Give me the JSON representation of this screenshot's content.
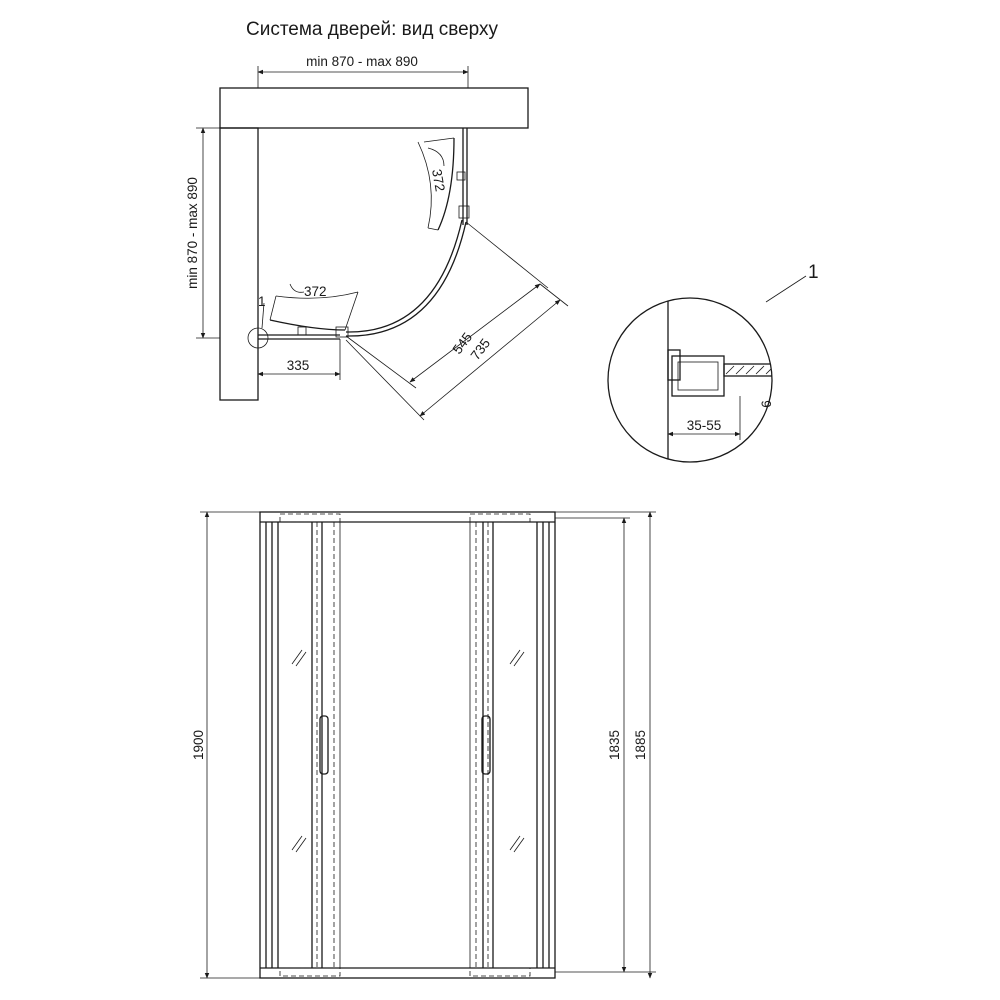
{
  "title": "Система дверей: вид сверху",
  "top_view": {
    "width_range": "min 870 - max 890",
    "depth_range": "min 870 - max 890",
    "arc_label_right": "372",
    "arc_label_bottom": "372",
    "callout_marker": "1",
    "dim_545": "545",
    "dim_735": "735",
    "dim_335": "335"
  },
  "detail": {
    "callout": "1",
    "dim_gap": "35-55",
    "dim_glass": "6"
  },
  "front_view": {
    "height_total": "1900",
    "height_door": "1835",
    "height_frame": "1885"
  },
  "colors": {
    "line": "#1a1a1a",
    "background": "#ffffff"
  }
}
